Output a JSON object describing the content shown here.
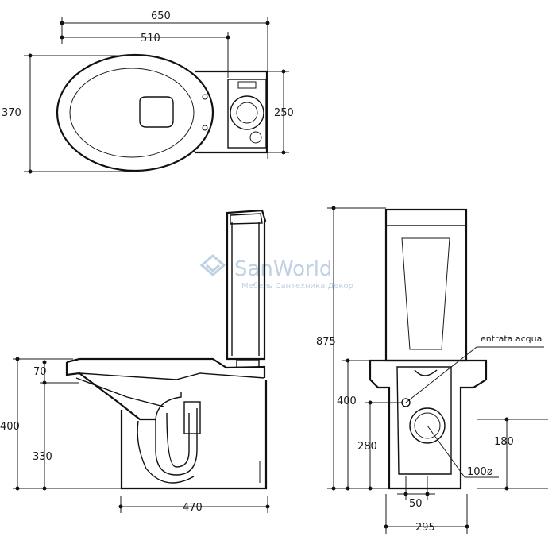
{
  "dimensions": {
    "top_total_length": "650",
    "top_bowl_length": "510",
    "top_width": "370",
    "top_tank_width": "250",
    "side_rim_height": "70",
    "side_total_height": "400",
    "side_outlet_height": "330",
    "side_depth": "470",
    "front_total_height": "875",
    "front_height": "400",
    "front_outlet_height": "280",
    "front_side_height": "180",
    "front_inlet_offset": "50",
    "front_width": "295",
    "front_outlet_diameter": "100ø"
  },
  "labels": {
    "water_inlet": "entrata acqua"
  },
  "watermark": {
    "brand": "SanWorld",
    "tagline": "Мебель Сантехника Декор"
  },
  "colors": {
    "line": "#111111",
    "watermark": "#b9cde0"
  }
}
